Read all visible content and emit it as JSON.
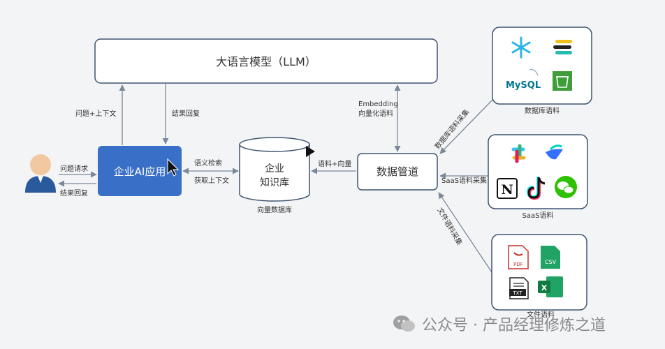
{
  "llm": {
    "label": "大语言模型（LLM）"
  },
  "app": {
    "label": "企业AI应用"
  },
  "kb": {
    "line1": "企业",
    "line2": "知识库",
    "caption": "向量数据库"
  },
  "pipeline": {
    "label": "数据管道"
  },
  "edges": {
    "ask_ctx": "问题+上下文",
    "result_back": "结果回复",
    "question_req": "问题请求",
    "result_reply": "结果回复",
    "semantic_search": "语义检索",
    "fetch_ctx": "获取上下文",
    "corpus_vector": "语料+向量",
    "embedding": "Embedding",
    "vectorize": "向量化语料",
    "db_collect": "数据库语料采集",
    "saas_collect": "SaaS语料采集",
    "file_collect": "文件语料采集"
  },
  "sources": {
    "db": {
      "caption": "数据库语料",
      "mysql": "MySQL"
    },
    "saas": {
      "caption": "SaaS语料"
    },
    "files": {
      "caption": "文件语料",
      "pdf": "PDF",
      "csv": "CSV",
      "txt": "TXT",
      "xls": "X"
    }
  },
  "watermark": {
    "text": "公众号 · 产品经理修炼之道"
  },
  "colors": {
    "app_fill": "#3a6fc8",
    "border": "#3e5470",
    "arrow": "#7a8899"
  }
}
